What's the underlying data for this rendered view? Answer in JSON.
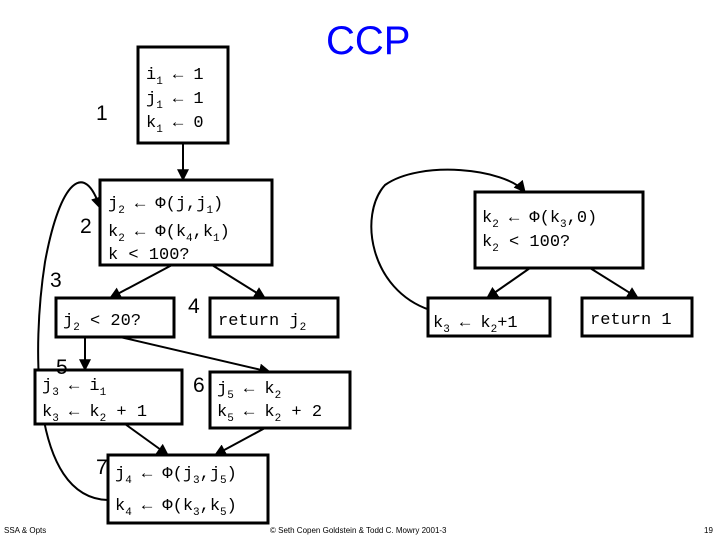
{
  "title": "CCP",
  "blocks": {
    "b1": {
      "number": "1",
      "lines": [
        [
          "i",
          "1",
          " ← 1"
        ],
        [
          "j",
          "1",
          " ← 1"
        ],
        [
          "k",
          "1",
          " ← 0"
        ]
      ]
    },
    "b2": {
      "number": "2",
      "lines": [
        [
          "j",
          "2",
          " ← Φ(j,j",
          "1",
          ")"
        ],
        [
          "k",
          "2",
          " ← Φ(k",
          "4",
          ",k",
          "1",
          ")"
        ],
        [
          "k < 100?"
        ]
      ]
    },
    "b3": {
      "number": "3",
      "lines": [
        [
          "j",
          "2",
          " < 20?"
        ]
      ]
    },
    "b4": {
      "number": "4",
      "lines": [
        [
          "return j",
          "2"
        ]
      ]
    },
    "b5": {
      "number": "5",
      "lines": [
        [
          "j",
          "3",
          " ← i",
          "1"
        ],
        [
          "k",
          "3",
          " ← k",
          "2",
          " + 1"
        ]
      ]
    },
    "b6": {
      "number": "6",
      "lines": [
        [
          "j",
          "5",
          " ← k",
          "2"
        ],
        [
          "k",
          "5",
          " ← k",
          "2",
          " + 2"
        ]
      ]
    },
    "b7": {
      "number": "7",
      "lines": [
        [
          "j",
          "4",
          " ← Φ(j",
          "3",
          ",j",
          "5",
          ")"
        ],
        [
          "k",
          "4",
          " ← Φ(k",
          "3",
          ",k",
          "5",
          ")"
        ]
      ]
    },
    "r1": {
      "lines": [
        [
          "k",
          "2",
          " ← Φ(k",
          "3",
          ",0)"
        ],
        [
          "k",
          "2",
          " < 100?"
        ]
      ]
    },
    "r2": {
      "lines": [
        [
          "k",
          "3",
          " ← k",
          "2",
          "+1"
        ]
      ]
    },
    "r3": {
      "lines": [
        [
          "return 1"
        ]
      ]
    }
  },
  "footer": {
    "left": "SSA & Opts",
    "center": "© Seth Copen Goldstein & Todd C. Mowry 2001-3",
    "page": "19"
  }
}
